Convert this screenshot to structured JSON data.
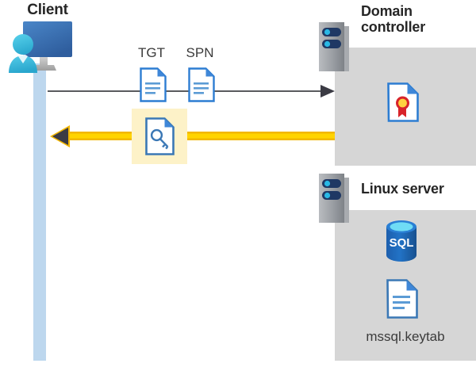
{
  "diagram": {
    "title_client": "Client",
    "title_domain_controller": "Domain\ncontroller",
    "title_domain_controller_line1": "Domain",
    "title_domain_controller_line2": "controller",
    "title_linux_server": "Linux server",
    "label_tgt": "TGT",
    "label_spn": "SPN",
    "label_keytab": "mssql.keytab",
    "label_sql": "SQL",
    "icons": {
      "client": "user-monitor-icon",
      "tgt_document": "document-icon",
      "spn_document": "document-icon",
      "ticket_key_document": "key-document-icon",
      "server_rack_dc": "server-rack-icon",
      "server_rack_linux": "server-rack-icon",
      "certificate": "certificate-document-icon",
      "sql_database": "sql-database-icon",
      "keytab_document": "document-icon",
      "arrow_request": "arrow-right-icon",
      "arrow_response": "arrow-left-icon"
    },
    "colors": {
      "panel_gray": "#d6d6d6",
      "lifeline_blue": "#bdd7ee",
      "highlight_yellow": "#fdf2c8",
      "arrow_yellow": "#ffd400",
      "arrow_yellow_edge": "#f2b705",
      "arrow_gray": "#595a5e",
      "doc_border_blue": "#2d7dd2",
      "doc_line_blue": "#5b9bd5",
      "monitor_blue": "#3f72b8",
      "person_cyan": "#3fc1e0",
      "server_navy": "#1f3864",
      "server_dot_cyan": "#29b8e5",
      "cert_red": "#d8232a",
      "cert_gold": "#ffd23f",
      "sql_blue": "#1f6fc4",
      "heading_text": "#262626",
      "label_text": "#3b3b3b"
    }
  }
}
